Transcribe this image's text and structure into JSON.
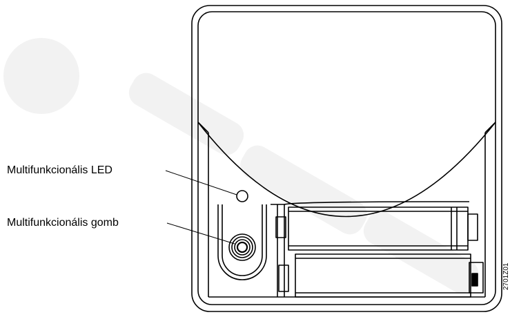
{
  "labels": {
    "led": "Multifunkcionális LED",
    "button": "Multifunkcionális gomb"
  },
  "reference_code": "2701Z01",
  "colors": {
    "line": "#000000",
    "background": "#ffffff",
    "watermark": "#f2f2f2"
  }
}
